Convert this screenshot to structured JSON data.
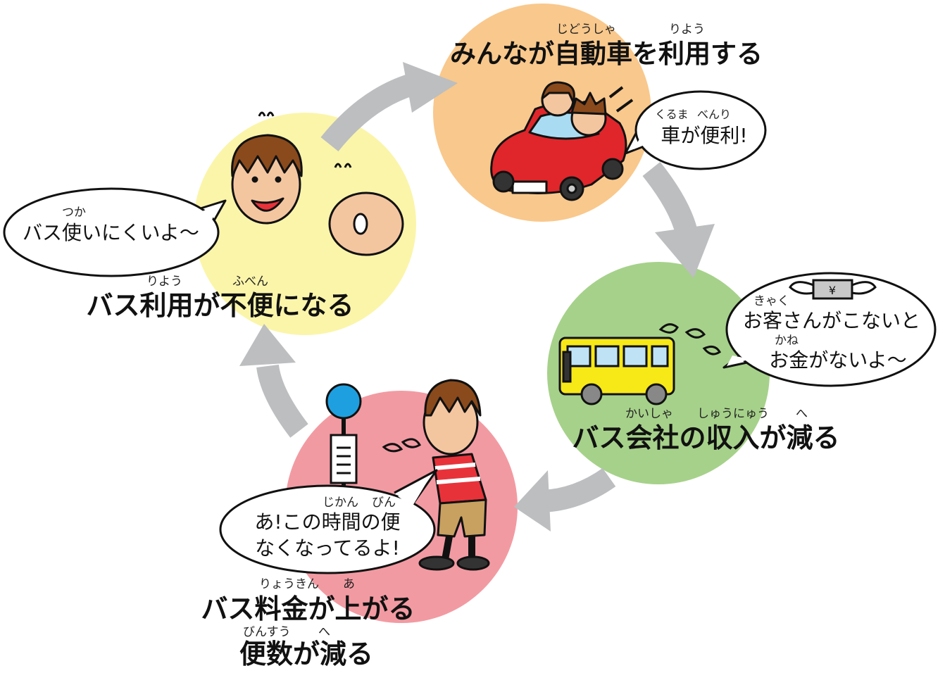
{
  "colors": {
    "top": "#f9c88c",
    "right": "#a6d18a",
    "bottom": "#f29aa2",
    "left": "#fbf5aa",
    "arrow": "#bcbec0"
  },
  "stages": {
    "top": {
      "title": "みんなが自動車を利用する",
      "ruby": [
        "じどうしゃ",
        "りよう"
      ],
      "bubble": "車が便利!",
      "bubble_ruby": [
        "くるま",
        "べんり"
      ],
      "illustration": "couple-in-red-car"
    },
    "right": {
      "title": "バス会社の収入が減る",
      "ruby": [
        "かいしゃ",
        "しゅうにゅう",
        "へ"
      ],
      "bubble_lines": [
        "お客さんがこないと",
        "お金がないよ〜"
      ],
      "bubble_ruby": [
        "きゃく",
        "かね"
      ],
      "illustration": "yellow-bus-and-flying-money"
    },
    "bottom": {
      "title_lines": [
        "バス料金が上がる",
        "便数が減る"
      ],
      "ruby": [
        "りょうきん",
        "あ",
        "びんすう",
        "へ"
      ],
      "bubble_lines": [
        "あ!この時間の便",
        "なくなってるよ!"
      ],
      "bubble_ruby": [
        "じかん",
        "びん"
      ],
      "illustration": "boy-at-bus-stop"
    },
    "left": {
      "title": "バス利用が不便になる",
      "ruby": [
        "りよう",
        "ふべん"
      ],
      "bubble": "バス使いにくいよ〜",
      "bubble_ruby": [
        "つか"
      ],
      "illustration": "annoyed-faces"
    }
  }
}
